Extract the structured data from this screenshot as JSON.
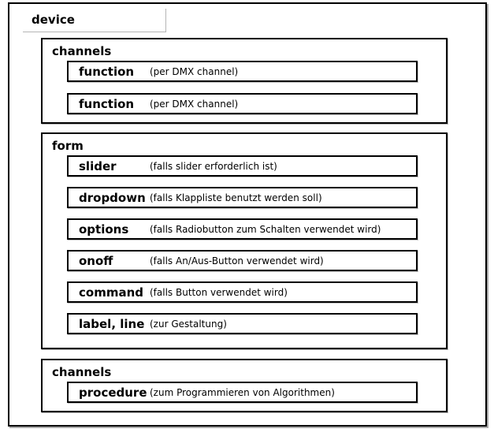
{
  "diagram": {
    "device_label": "device",
    "colors": {
      "border": "#000000",
      "background": "#ffffff",
      "shadow": "#a9a9a9",
      "text": "#000000"
    },
    "sections": [
      {
        "title": "channels",
        "rows": [
          {
            "label": "function",
            "desc": "(per DMX channel)"
          },
          {
            "label": "function",
            "desc": "(per DMX channel)"
          }
        ]
      },
      {
        "title": "form",
        "rows": [
          {
            "label": "slider",
            "desc": "(falls slider erforderlich ist)"
          },
          {
            "label": "dropdown",
            "desc": "(falls Klappliste benutzt werden soll)"
          },
          {
            "label": "options",
            "desc": "(falls Radiobutton zum Schalten verwendet wird)"
          },
          {
            "label": "onoff",
            "desc": "(falls An/Aus-Button verwendet wird)"
          },
          {
            "label": "command",
            "desc": "(falls Button verwendet wird)"
          },
          {
            "label": "label, line",
            "desc": "(zur Gestaltung)"
          }
        ]
      },
      {
        "title": "channels",
        "rows": [
          {
            "label": "procedure",
            "desc": "(zum Programmieren von Algorithmen)"
          }
        ]
      }
    ]
  }
}
